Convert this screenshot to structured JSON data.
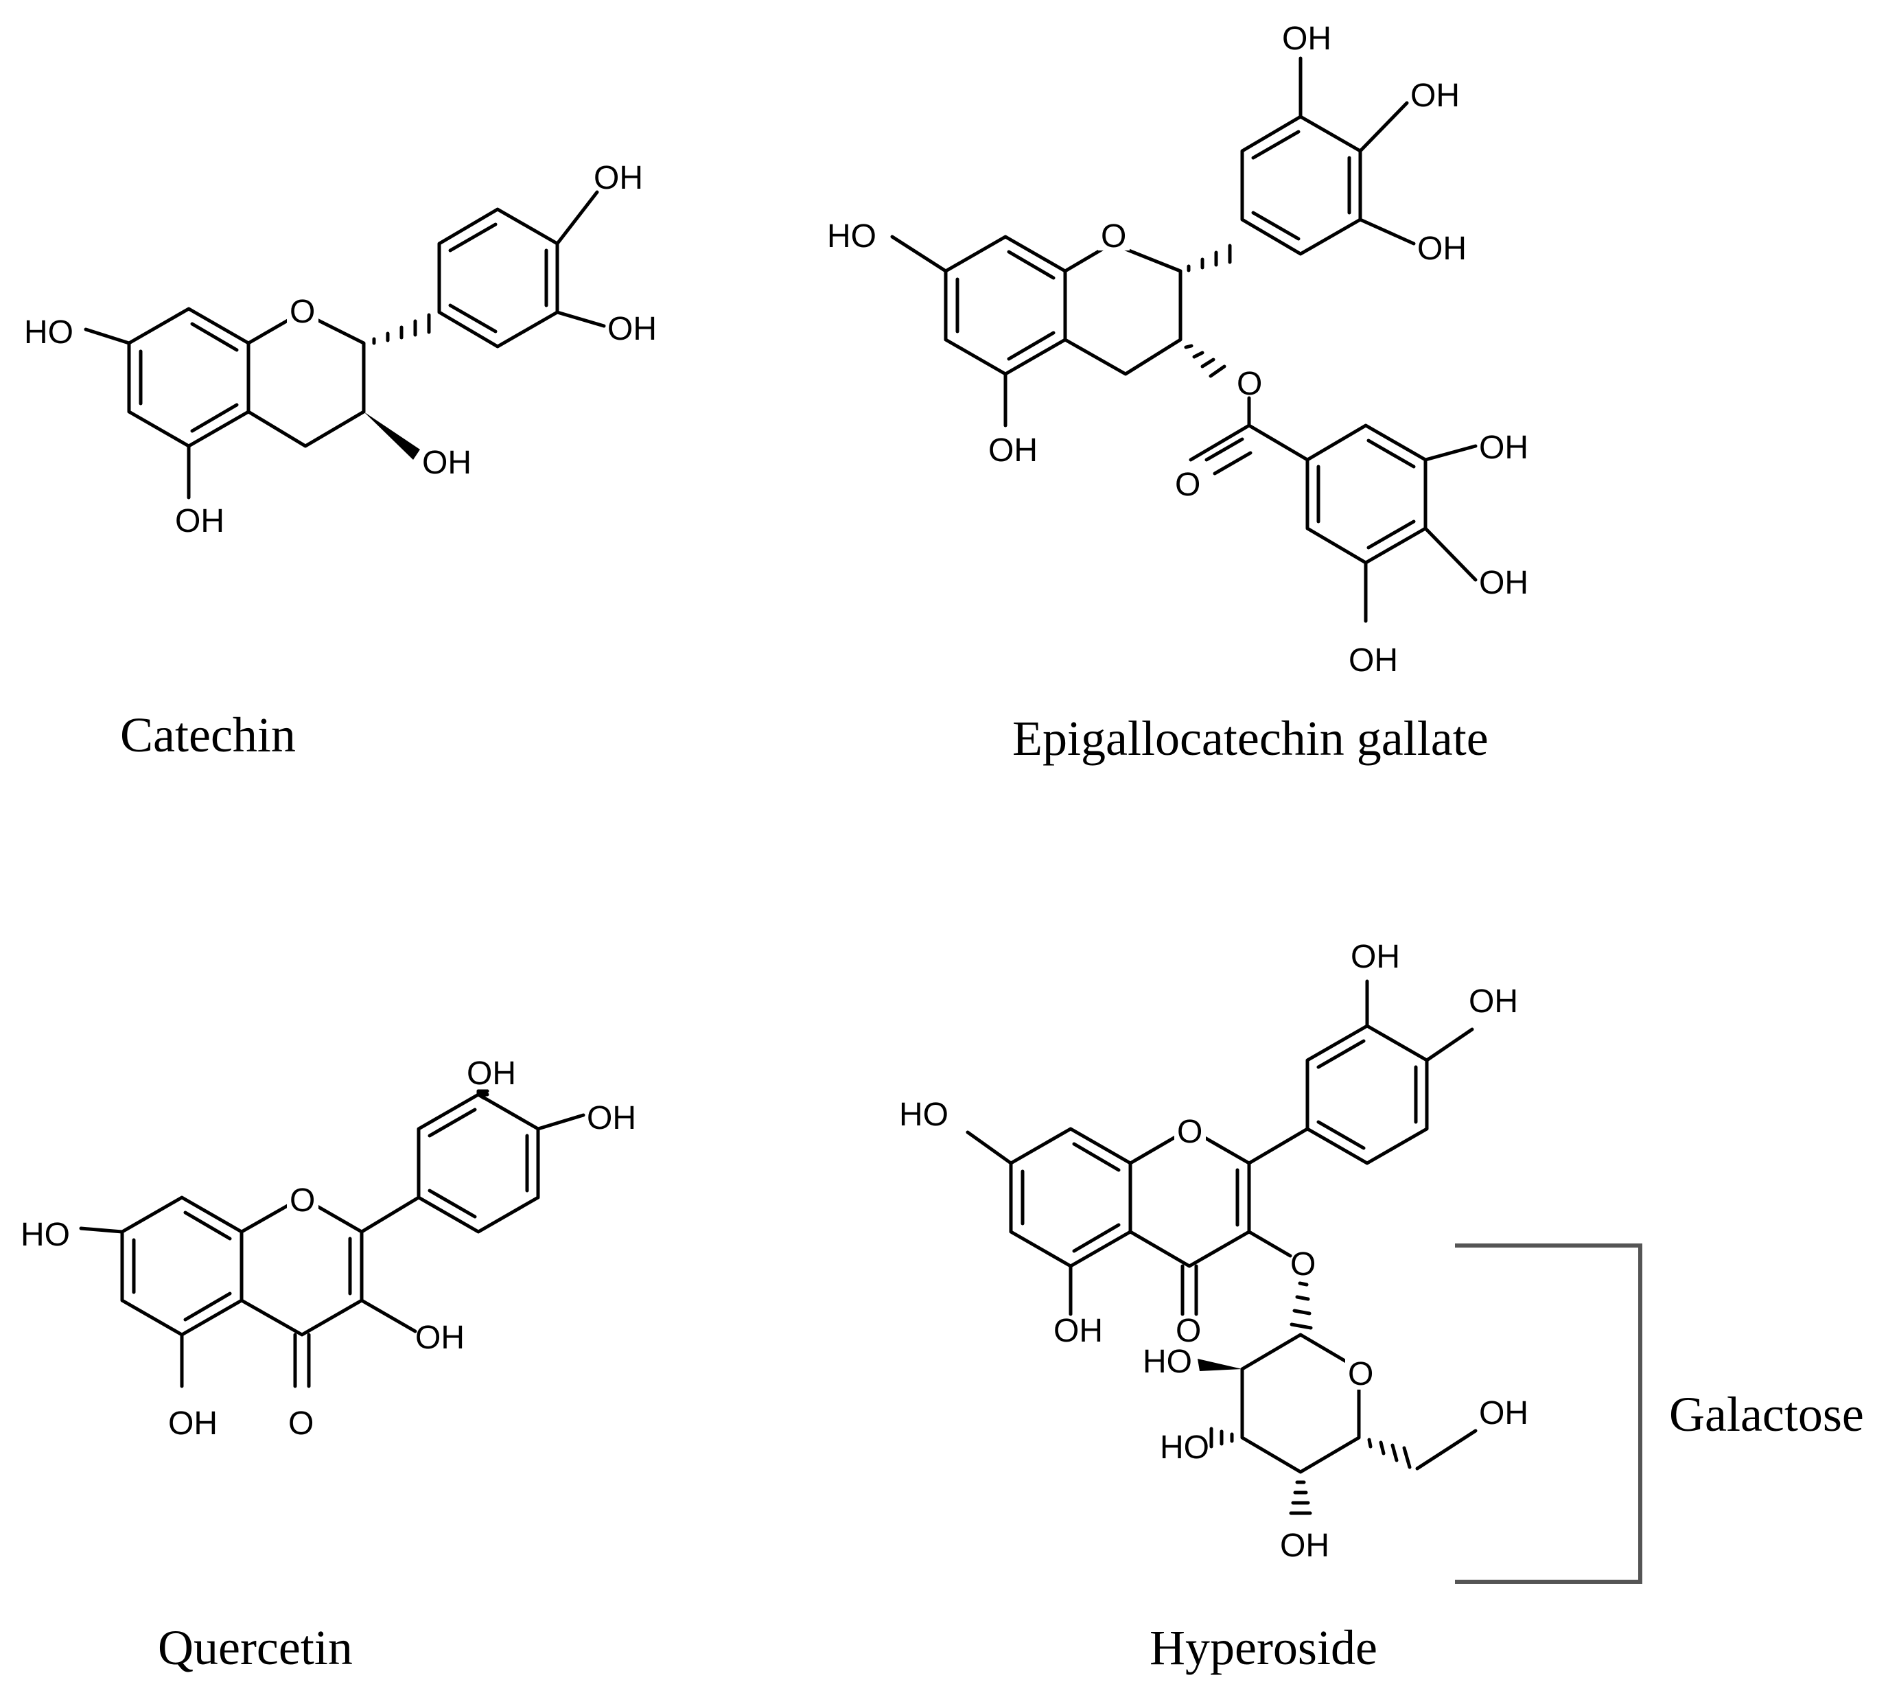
{
  "figure": {
    "background": "#ffffff",
    "line_color": "#000000",
    "bracket_color": "#555555"
  },
  "compounds": [
    {
      "name": "Catechin",
      "atom_labels": [
        "HO",
        "O",
        "OH",
        "OH",
        "OH",
        "OH"
      ]
    },
    {
      "name": "Epigallocatechin gallate",
      "atom_labels": [
        "HO",
        "O",
        "OH",
        "OH",
        "OH",
        "OH",
        "O",
        "O",
        "OH",
        "OH",
        "OH"
      ]
    },
    {
      "name": "Quercetin",
      "atom_labels": [
        "HO",
        "O",
        "OH",
        "OH",
        "OH",
        "OH",
        "O"
      ]
    },
    {
      "name": "Hyperoside",
      "atom_labels": [
        "HO",
        "O",
        "OH",
        "OH",
        "OH",
        "O",
        "O",
        "HO",
        "O",
        "OH",
        "HO",
        "OH"
      ],
      "bracket_label": "Galactose"
    }
  ]
}
